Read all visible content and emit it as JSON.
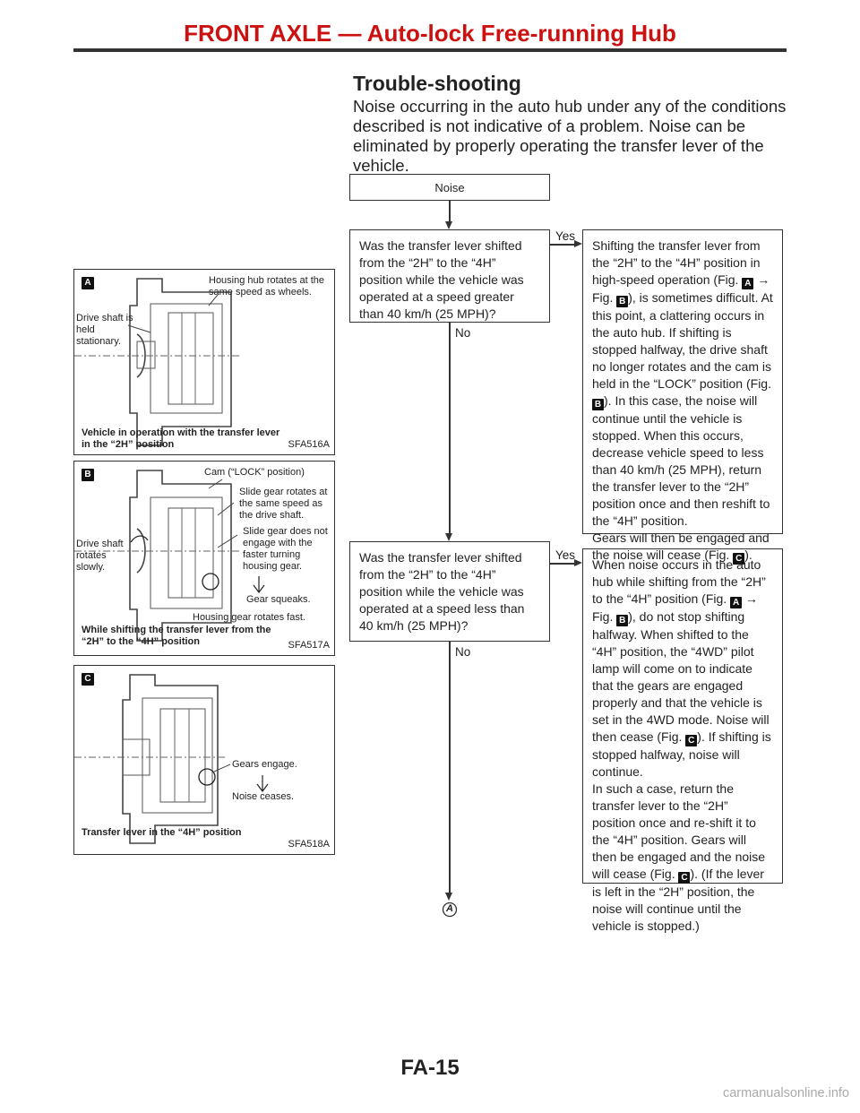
{
  "header": {
    "title": "FRONT AXLE — Auto-lock Free-running Hub"
  },
  "section": {
    "title": "Trouble-shooting",
    "intro": "Noise occurring in the auto hub under any of the conditions described is not indicative of a problem. Noise can be eliminated by properly operating the transfer lever of the vehicle."
  },
  "flow": {
    "start": "Noise",
    "q1": "Was the transfer lever shifted from the “2H” to the “4H” position while the vehicle was operated at a speed greater than 40 km/h (25 MPH)?",
    "q2": "Was the transfer lever shifted from the “2H” to the “4H” position while the vehicle was operated at a speed less than 40 km/h (25 MPH)?",
    "yes": "Yes",
    "no": "No",
    "a1": {
      "p1": "Shifting the transfer lever from the “2H” to the “4H” position in high-speed operation (Fig. ",
      "p2": " → Fig. ",
      "p3": "), is sometimes difficult. At this point, a clattering occurs in the auto hub. If shifting is stopped halfway, the drive shaft no longer rotates and the cam is held in the “LOCK” position (Fig. ",
      "p4": "). In this case, the noise will continue until the vehicle is stopped. When this occurs, decrease vehicle speed to less than 40 km/h (25 MPH), return the transfer lever to the “2H” position once and then reshift to the “4H” position.",
      "p5": "Gears will then be engaged and the noise will cease (Fig. ",
      "p6": ")."
    },
    "a2": {
      "p1": "When noise occurs in the auto hub while shifting from the “2H” to the “4H” position (Fig. ",
      "p2": " → Fig. ",
      "p3": "), do not stop shifting halfway. When shifted to the “4H” position, the “4WD” pilot lamp will come on to indicate that the gears are engaged properly and that the vehicle is set in the 4WD mode. Noise will then cease (Fig. ",
      "p4": "). If shifting is stopped halfway, noise will continue.",
      "p5": "In such a case, return the transfer lever to the “2H” position once and re-shift it to the “4H” position. Gears will then be engaged and the noise will cease (Fig. ",
      "p6": "). (If the lever is left in the “2H” position, the noise will continue until the vehicle is stopped.)"
    },
    "connector": "A"
  },
  "badges": {
    "a": "A",
    "b": "B",
    "c": "C"
  },
  "figures": {
    "a": {
      "letter": "A",
      "label1": "Housing hub rotates at the same speed as wheels.",
      "label2": "Drive shaft is held stationary.",
      "caption": "Vehicle in operation with the transfer lever in the “2H” position",
      "code": "SFA516A"
    },
    "b": {
      "letter": "B",
      "label1": "Cam (“LOCK” position)",
      "label2": "Slide gear rotates at the same speed as the drive shaft.",
      "label3": "Slide gear does not engage with the faster turning housing gear.",
      "label4": "Gear squeaks.",
      "label5": "Drive shaft rotates slowly.",
      "label6": "Housing gear rotates fast.",
      "caption": "While shifting the transfer lever from the “2H” to the “4H” position",
      "code": "SFA517A"
    },
    "c": {
      "letter": "C",
      "label1": "Gears engage.",
      "label2": "Noise ceases.",
      "caption": "Transfer lever in the “4H” position",
      "code": "SFA518A"
    }
  },
  "footer": {
    "page": "FA-15"
  },
  "watermark": "carmanualsonline.info"
}
